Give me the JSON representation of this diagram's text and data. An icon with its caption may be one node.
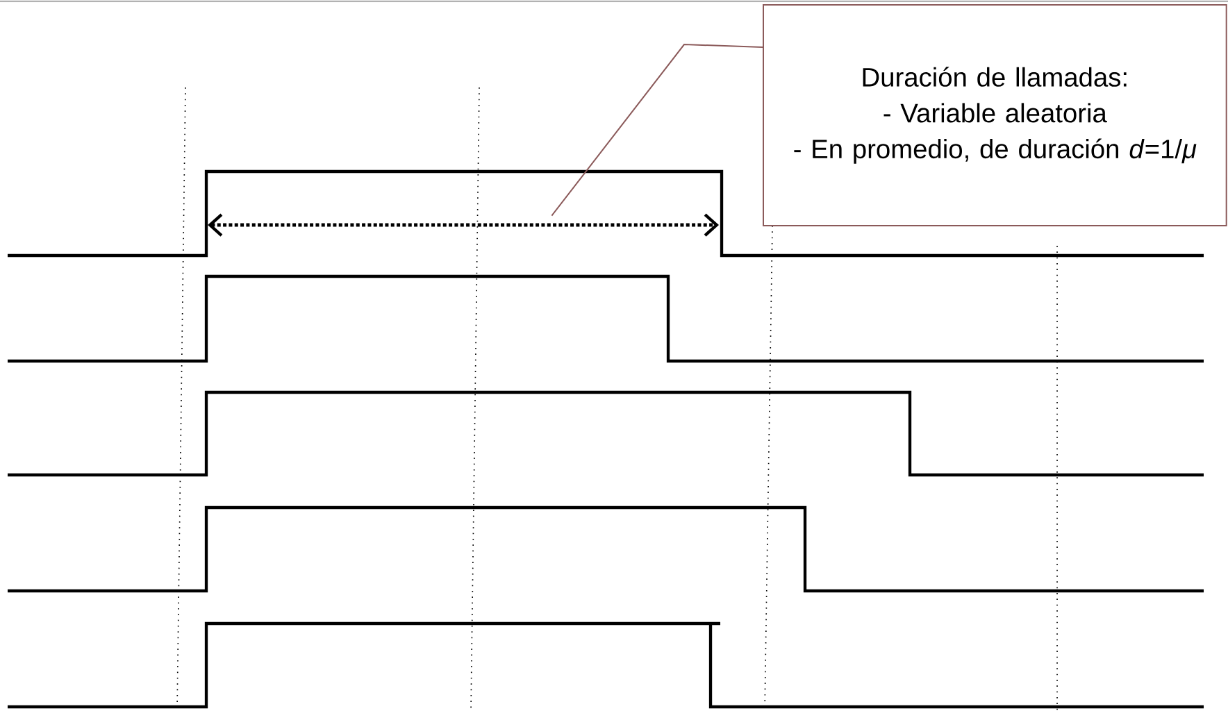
{
  "diagram": {
    "nodes": [
      {
        "text": [
          "Duración de llamadas:",
          "- Variable aleatoria",
          "- En promedio, de duración *d*=1/*μ*"
        ]
      },
      {
        "text": [],
        "shape": "arrow"
      }
    ],
    "edges": [
      {
        "from": 0,
        "to": 1,
        "arrow": "none",
        "color": "#8b5a5a"
      }
    ]
  }
}
